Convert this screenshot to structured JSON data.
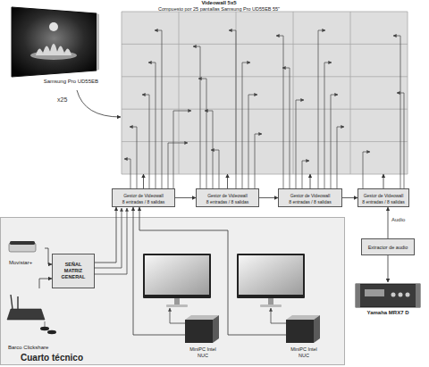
{
  "diagram": {
    "nodes": [
      {
        "text": [
          "Videowall 5x5",
          "Compuesto por 25 pantallas Samsung Pro UD55EB 55\""
        ]
      },
      {
        "text": [
          "Samsung Pro UD55EB"
        ]
      },
      {
        "text": [
          "Gestor de Videowall",
          "8 entradas / 8 salidas"
        ]
      },
      {
        "text": [
          "Gestor de Videowall",
          "8 entradas / 8 salidas"
        ]
      },
      {
        "text": [
          "Gestor de Videowall",
          "8 entradas / 8 salidas"
        ]
      },
      {
        "text": [
          "Gestor de Videowall",
          "8 entradas / 8 salidas"
        ]
      },
      {
        "text": [
          "Extractor de audio"
        ]
      },
      {
        "text": [
          "Cuarto técnico"
        ]
      },
      {
        "text": [
          "Movistar+"
        ],
        "in": 7
      },
      {
        "text": [
          "SEÑAL MATRIZ GENERAL"
        ],
        "in": 7
      },
      {
        "text": [
          "Barco Clickshare"
        ],
        "in": 7
      },
      {
        "text": [
          "MiniPC Intel NUC"
        ],
        "in": 7
      },
      {
        "text": [
          "MiniPC Intel NUC"
        ],
        "in": 7
      },
      {
        "text": [
          "Yamaha MRX7 D"
        ]
      }
    ],
    "edges": [
      {
        "from": 1,
        "to": 0,
        "arrow": "to",
        "label": "x25"
      },
      {
        "from": 2,
        "to": 0,
        "arrow": "to"
      },
      {
        "from": 3,
        "to": 0,
        "arrow": "to"
      },
      {
        "from": 4,
        "to": 0,
        "arrow": "to"
      },
      {
        "from": 5,
        "to": 0,
        "arrow": "to"
      },
      {
        "from": 2,
        "to": 3,
        "arrow": "to"
      },
      {
        "from": 3,
        "to": 4,
        "arrow": "to"
      },
      {
        "from": 4,
        "to": 5,
        "arrow": "to"
      },
      {
        "from": 8,
        "to": 9,
        "arrow": "to"
      },
      {
        "from": 10,
        "to": 9,
        "arrow": "to"
      },
      {
        "from": 9,
        "to": 2,
        "arrow": "to"
      },
      {
        "from": 11,
        "to": 2,
        "arrow": "to"
      },
      {
        "from": 12,
        "to": 2,
        "arrow": "to"
      },
      {
        "from": 6,
        "to": 5,
        "arrow": "to",
        "label": "Audio"
      },
      {
        "from": 6,
        "to": 13,
        "arrow": "to"
      }
    ]
  }
}
